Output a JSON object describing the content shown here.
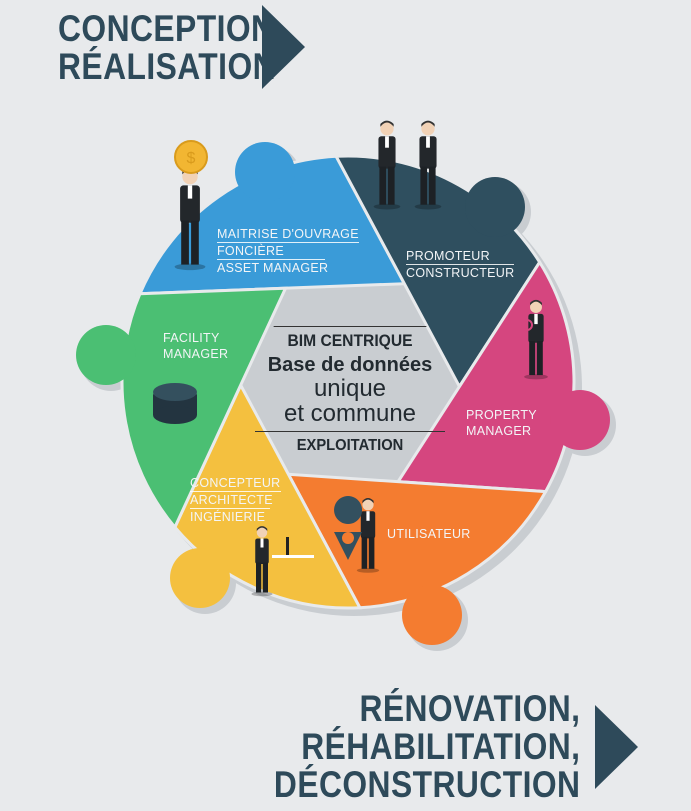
{
  "header": {
    "lines": [
      "CONCEPTION,",
      "RÉALISATION"
    ]
  },
  "footer": {
    "lines": [
      "RÉNOVATION,",
      "RÉHABILITATION,",
      "DÉCONSTRUCTION"
    ]
  },
  "center": {
    "line1": "BIM CENTRIQUE",
    "line2": "Base de données",
    "line3": "unique",
    "line4": "et commune",
    "line5": "EXPLOITATION"
  },
  "segments": [
    {
      "id": "blue",
      "color": "#3a9bd8",
      "lines": [
        "MAITRISE D'OUVRAGE",
        "FONCIÈRE",
        "ASSET MANAGER"
      ],
      "icon": "person-holding-coin-icon"
    },
    {
      "id": "dark",
      "color": "#2f4f5f",
      "lines": [
        "PROMOTEUR",
        "CONSTRUCTEUR"
      ],
      "icon": "handshake-icon"
    },
    {
      "id": "pink",
      "color": "#d5467f",
      "lines": [
        "PROPERTY",
        "MANAGER"
      ],
      "icon": "person-magnifier-icon"
    },
    {
      "id": "orange",
      "color": "#f47c30",
      "lines": [
        "UTILISATEUR"
      ],
      "icon": "person-location-pin-icon"
    },
    {
      "id": "yellow",
      "color": "#f4c03f",
      "lines": [
        "CONCEPTEUR",
        "ARCHITECTE",
        "INGÉNIERIE"
      ],
      "icon": "person-at-desk-icon"
    },
    {
      "id": "green",
      "color": "#4bbf73",
      "lines": [
        "FACILITY",
        "MANAGER"
      ],
      "icon": "database-icon"
    }
  ],
  "colors": {
    "title": "#2e4a5a",
    "background": "#e8eaec"
  }
}
